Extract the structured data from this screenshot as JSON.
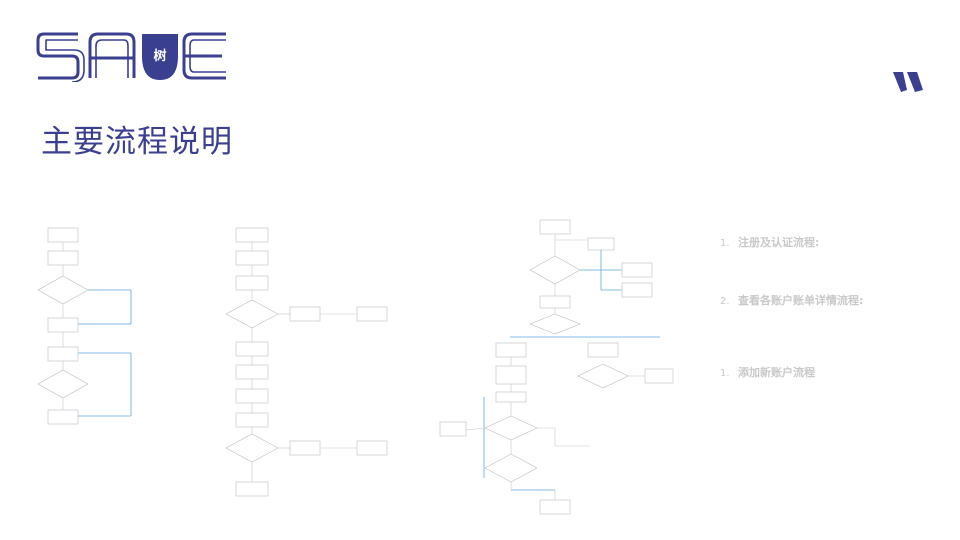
{
  "page": {
    "title": "主要流程说明"
  },
  "logo": {
    "text": "SAVE",
    "badge_char": "树"
  },
  "steps": [
    {
      "num": "1.",
      "label": "注册及认证流程:"
    },
    {
      "num": "2.",
      "label": "查看各账户账单详情流程:"
    },
    {
      "num": "1.",
      "label": "添加新账户流程"
    }
  ],
  "colors": {
    "brand": "#3b3f8f",
    "connector": "#5fa8d9",
    "muted": "#c9c9c9"
  },
  "icons": {
    "corner": "double-slash-icon"
  }
}
